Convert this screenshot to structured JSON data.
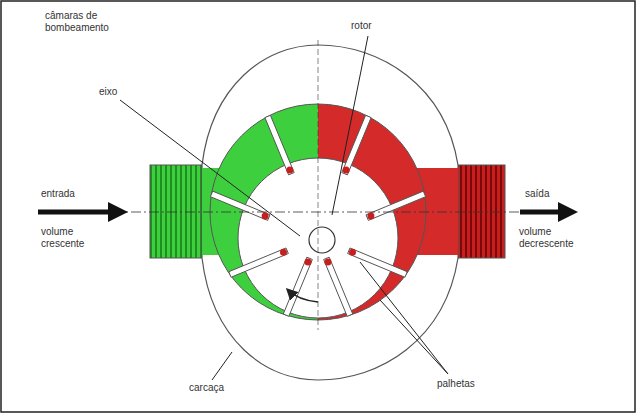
{
  "diagram": {
    "labels": [
      "câmaras de bombeamento",
      "rotor",
      "eixo",
      "entrada",
      "volume crescente",
      "saída",
      "volume decrescente",
      "carcaça",
      "palhetas"
    ]
  }
}
